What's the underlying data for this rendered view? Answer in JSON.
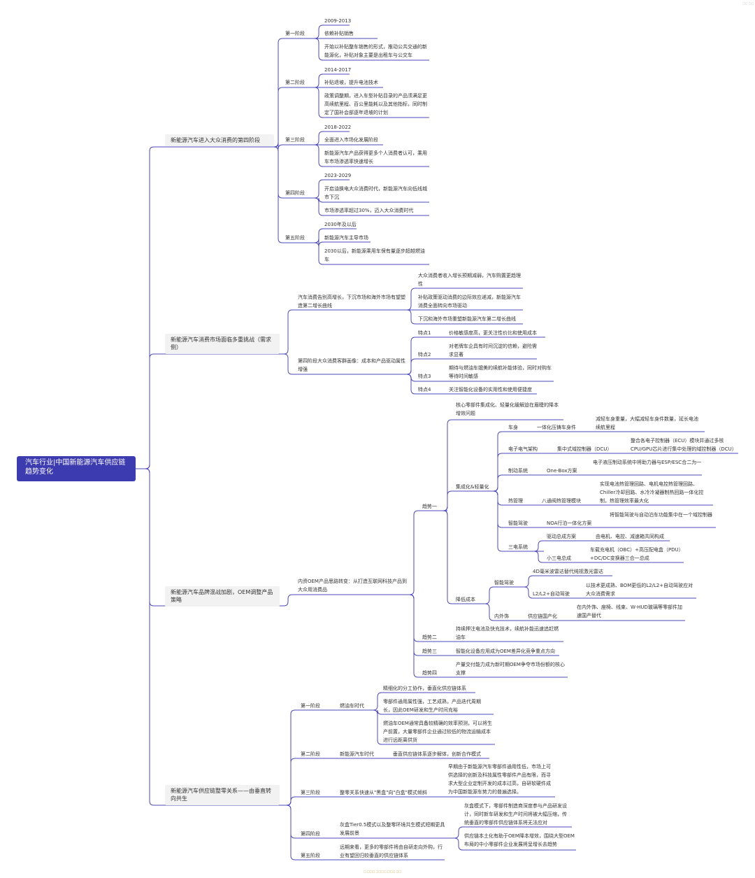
{
  "corner_mark": "□□ □□",
  "footer": "□ □□□ □□□□ □□□ □□",
  "root": "汽车行业|中国新能源汽车供应链趋势变化",
  "branches": {
    "b1": {
      "title": "新能源汽车进入大众消费的第四阶段",
      "s1": {
        "label": "第一阶段",
        "date": "2009-2013",
        "a": "依赖补贴销售",
        "b": "开始以补贴整车销售的形式，推动公共交通的新能源化，补贴对象主要是出租车与公交车"
      },
      "s2": {
        "label": "第二阶段",
        "date": "2014-2017",
        "a": "补贴退坡，提升电池技术",
        "b": "政策调整期，进入车型补贴目录的产品须满足更高续航里程、百公里能耗以及其他指标，同时制定了国补会部逐年退坡的计划"
      },
      "s3": {
        "label": "第三阶段",
        "date": "2018-2022",
        "a": "全面进入市场化发展阶段",
        "b": "新能源汽车产品获得更多个人消费者认可，乘用车市场渗透率快速增长"
      },
      "s4": {
        "label": "第四阶段",
        "date": "2023-2029",
        "a": "开启油换电大众消费时代，新能源汽车向低线城市下沉",
        "b": "市场渗透率超过30%，迈入大众消费时代"
      },
      "s5": {
        "label": "第五阶段",
        "date": "2030年及以后",
        "a": "新能源汽车主导市场",
        "b": "2030以后，新能源乘用车保有量逐步超越燃油车"
      }
    },
    "b2": {
      "title": "新能源汽车消费市场面临多重挑战（需求侧）",
      "c1": {
        "label": "汽车消费告别高增长，下沉市场和海外市场有望塑造第二增长曲线",
        "a": "大众消费者收入增长预期减弱，汽车购置更趋理性",
        "b": "补贴政策驱动消费的边际效应递减，新能源汽车消费全面转向市场驱动",
        "c": "下沉和海外市场重塑新能源汽车第二增长曲线"
      },
      "c2": {
        "label": "第四阶段大众消费客群画像：成本和产品驱动属性增强",
        "f1": {
          "k": "特点1",
          "v": "价格敏感度高，更关注性价比和使用成本"
        },
        "f2": {
          "k": "特点2",
          "v": "对老牌车企具有时间沉淀的信赖，避险需求显著"
        },
        "f3": {
          "k": "特点3",
          "v": "期待与燃油车媲美的续航补能体验，同时对购车等待时间敏感"
        },
        "f4": {
          "k": "特点4",
          "v": "关注智能化设备的实用性和使用便捷度"
        }
      }
    },
    "b3": {
      "title": "新能源汽车品牌混战加剧，OEM调整产品策略",
      "sub": "内资OEM产品思路转变：从打造互联网科技产品到大众用消费品",
      "t1": {
        "label": "趋势一",
        "core": "核心零部件集成化、轻量化缓解迫在眉睫的降本增效问题",
        "g1": {
          "label": "集成化&轻量化",
          "r1": {
            "k": "车身",
            "m": "一体化压铸车身件",
            "v": "减轻车身重量，大幅减轻车身件数量，延长电池续航里程"
          },
          "r2": {
            "k": "电子电气架构",
            "m": "集中式域控制器（DCU）",
            "v": "整合各电子控制器（ECU）模块并通过多核CPU/GPU芯片进行集中处理的域控制器（DCU）"
          },
          "r3": {
            "k": "制动系统",
            "m": "One-Box方案",
            "v": "电子液压制动系统中将助力器与ESP/ESC合二为一"
          },
          "r4": {
            "k": "热管理",
            "m": "八通阀热管理模块",
            "v": "实现电池热管理回路、电机电控热管理回路、Chiller冷却回路、水冷冷凝器制热回路一体化控制，热管理效率最大化"
          },
          "r5": {
            "k": "智能驾驶",
            "m": "NOA行泊一体化方案",
            "v": "将智能驾驶与自动泊车功能集中在一个域控制器"
          },
          "r6": {
            "k": "三电系统",
            "m1": "驱动总成方案",
            "v1": "由电机、电控、减速箱共同构成",
            "m2": "小三电总成",
            "v2": "车载充电机（OBC）+高压配电盒（PDU）+DC/DC变换器三合一总成"
          }
        },
        "g2": {
          "label": "降低成本",
          "r1": {
            "k": "智能驾驶",
            "a": "4D毫米波雷达替代纯视激光雷达",
            "m": "L2/L2+自动驾驶",
            "v": "以技术更成熟、BOM更低的L2/L2+自动驾驶应对大众消费需求"
          },
          "r2": {
            "k": "内外饰",
            "m": "供应链国产化",
            "v": "在内外饰、座椅、线束、W-HUD玻璃等零部件加速国产替代"
          }
        }
      },
      "t2": {
        "label": "趋势二",
        "v": "持续押注电池及快充技术，续航补能迅速追赶燃油车"
      },
      "t3": {
        "label": "趋势三",
        "v": "智能化设备应用成为OEM差异化竞争重点方向"
      },
      "t4": {
        "label": "趋势四",
        "v": "产量交付能力成为新时期OEM争夺市场份额的核心支撑"
      }
    },
    "b4": {
      "title": "新能源汽车供应链整零关系——由垂直转向共生",
      "p1": {
        "label": "第一阶段",
        "era": "燃油车时代",
        "a": "精细化的分工协作，垂直化供应链体系",
        "b": "零部件通用属性强，工艺成熟，产品迭代周期长，因此OEM研发和生产时间充裕",
        "c": "燃油车OEM通常具备较精确的效率预测，可以将生产前置，大量零部件企业通过较低的物流运输成本进行远距离供货"
      },
      "p2": {
        "label": "第二阶段",
        "era": "新能源汽车时代",
        "a": "垂直供应链体系逐步解体，创新合作模式"
      },
      "p3": {
        "label": "第三阶段",
        "era": "整零关系快速从\"黑盒\"向\"白盒\"模式倾斜",
        "a": "早期由于新能源汽车零部件通用性低，市场上可供选择的创新及科技属性零部件产品有限，而寻求大型企业定制开发的成本过高，自研软硬件成为中国新能源车势力的普遍选择。"
      },
      "p4": {
        "label": "第四阶段",
        "era": "灰盒Tier0.5模式以及整零环境共生模式短期更具发展前景",
        "a": "灰盒模式下，零部件制造商深度参与产品研发设计，同时新车研发和生产时间将被大幅压缩，传统垂直的零部件供应链体系将无法应对",
        "b": "供应链本土化有助于OEM降本增效，围绕大型OEM布局的中小零部件企业发展将呈增长去趋势"
      },
      "p5": {
        "label": "第五阶段",
        "a": "远期来看，更多的零部件将由自研走向外购，行业有望回归较垂直的供应链体系"
      }
    }
  },
  "colors": {
    "root": "#3d3bb0",
    "line": "#4b49b8",
    "pill": "#f2f2f2"
  }
}
